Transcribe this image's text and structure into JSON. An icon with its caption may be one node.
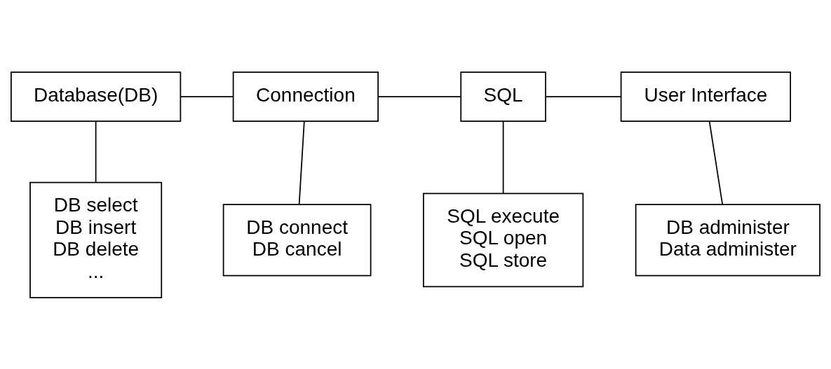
{
  "diagram": {
    "nodes": [
      {
        "text": [
          "Database(DB)"
        ]
      },
      {
        "text": [
          "Connection"
        ]
      },
      {
        "text": [
          "SQL"
        ]
      },
      {
        "text": [
          "User Interface"
        ]
      },
      {
        "text": [
          "DB select",
          "DB insert",
          "DB delete",
          "..."
        ]
      },
      {
        "text": [
          "DB connect",
          "DB cancel"
        ]
      },
      {
        "text": [
          "SQL execute",
          "SQL open",
          "SQL store"
        ]
      },
      {
        "text": [
          "DB administer",
          "Data administer"
        ]
      }
    ],
    "edges": [
      {
        "from": 0,
        "to": 1,
        "arrow": "none"
      },
      {
        "from": 1,
        "to": 2,
        "arrow": "none"
      },
      {
        "from": 2,
        "to": 3,
        "arrow": "none"
      },
      {
        "from": 0,
        "to": 4,
        "arrow": "none"
      },
      {
        "from": 1,
        "to": 5,
        "arrow": "none"
      },
      {
        "from": 2,
        "to": 6,
        "arrow": "none"
      },
      {
        "from": 3,
        "to": 7,
        "arrow": "none"
      }
    ]
  }
}
